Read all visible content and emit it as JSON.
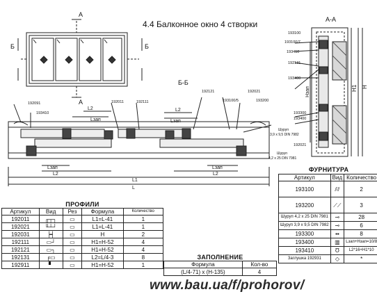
{
  "title": "4.4  Балконное окно 4 створки",
  "view_labels": {
    "section_aa": "А-А",
    "section_bb": "Б-Б",
    "mark_a": "А",
    "mark_b": "Б"
  },
  "dimension_labels": {
    "l1": "L1",
    "l": "L",
    "l2": "L2",
    "lzap": "Lзап",
    "h": "H",
    "h1": "H1",
    "hzap": "Hзап"
  },
  "callouts": [
    "192091",
    "193410",
    "192011",
    "192111",
    "192121",
    "192021",
    "193100/5",
    "193200",
    "193100",
    "193100/7",
    "193410",
    "192131",
    "193400",
    "193300",
    "193400",
    "192021"
  ],
  "screw_notes": [
    {
      "line1": "Шуруп",
      "line2": "3,9 х 9,5 DIN 7982"
    },
    {
      "line1": "Шуруп",
      "line2": "4,2 х 25 DIN 7981"
    }
  ],
  "profiles": {
    "caption": "ПРОФИЛИ",
    "headers": [
      "Артикул",
      "Вид",
      "Рез",
      "Формула",
      "Количество"
    ],
    "rows": [
      {
        "article": "192011",
        "formula": "L1=L-41",
        "qty": "1"
      },
      {
        "article": "192021",
        "formula": "L1=L-41",
        "qty": "1"
      },
      {
        "article": "192031",
        "formula": "H",
        "qty": "2"
      },
      {
        "article": "192111",
        "formula": "H1=H-52",
        "qty": "4"
      },
      {
        "article": "192121",
        "formula": "H1=H-52",
        "qty": "4"
      },
      {
        "article": "192131",
        "formula": "L2=L/4-3",
        "qty": "8"
      },
      {
        "article": "192911",
        "formula": "H1=H-52",
        "qty": "1"
      }
    ]
  },
  "filling": {
    "caption": "ЗАПОЛНЕНИЕ",
    "headers": [
      "Формула",
      "Кол-во"
    ],
    "rows": [
      {
        "formula": "(L/4-71) х (H-135)",
        "qty": "4"
      }
    ]
  },
  "fittings": {
    "caption": "ФУРНИТУРА",
    "headers": [
      "Артикул",
      "Вид",
      "Количество"
    ],
    "rows": [
      {
        "article": "193100",
        "note": "",
        "qty": "2"
      },
      {
        "article": "193200",
        "note": "",
        "qty": "3"
      },
      {
        "article": "Шуруп 4,2 х 25 DIN 7981",
        "note": "",
        "qty": "28"
      },
      {
        "article": "Шуруп 3,9 х 9,5 DIN 7982",
        "note": "",
        "qty": "6"
      },
      {
        "article": "193300",
        "note": "",
        "qty": "8"
      },
      {
        "article": "193400",
        "note": "",
        "qty": "Lзап+Hзап=10/8"
      },
      {
        "article": "193410",
        "note": "",
        "qty": "L2*16+H1*10"
      },
      {
        "article": "Заглушка 192931",
        "note": "",
        "qty": "*"
      }
    ]
  },
  "watermark": "www.bau.ua/f/prohorov/"
}
